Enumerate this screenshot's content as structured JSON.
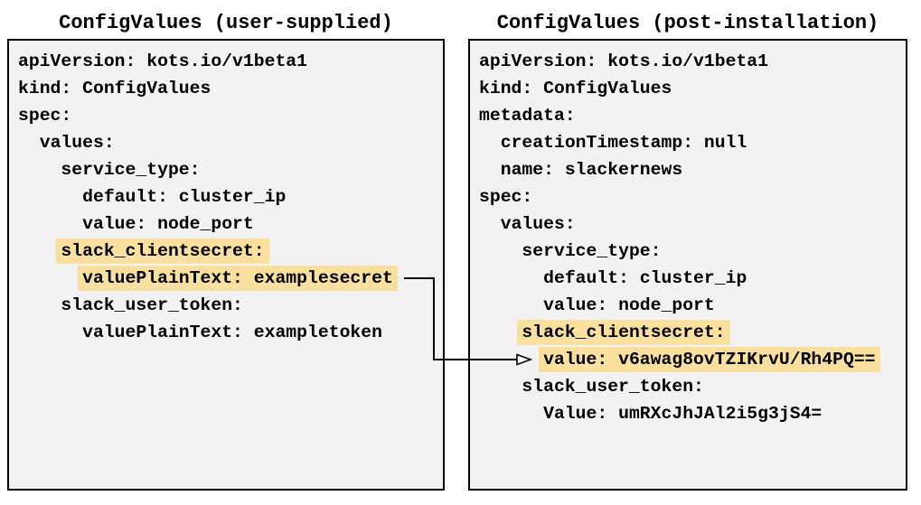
{
  "left_panel": {
    "title": "ConfigValues (user-supplied)",
    "lines": [
      {
        "indent": "",
        "text": "apiVersion: kots.io/v1beta1",
        "highlight": false
      },
      {
        "indent": "",
        "text": "kind: ConfigValues",
        "highlight": false
      },
      {
        "indent": "",
        "text": "spec:",
        "highlight": false
      },
      {
        "indent": "  ",
        "text": "values:",
        "highlight": false
      },
      {
        "indent": "    ",
        "text": "service_type:",
        "highlight": false
      },
      {
        "indent": "      ",
        "text": "default: cluster_ip",
        "highlight": false
      },
      {
        "indent": "      ",
        "text": "value: node_port",
        "highlight": false
      },
      {
        "indent": "    ",
        "text": "slack_clientsecret:",
        "highlight": true
      },
      {
        "indent": "      ",
        "text": "valuePlainText: examplesecret",
        "highlight": true
      },
      {
        "indent": "    ",
        "text": "slack_user_token:",
        "highlight": false
      },
      {
        "indent": "      ",
        "text": "valuePlainText: exampletoken",
        "highlight": false
      }
    ]
  },
  "right_panel": {
    "title": "ConfigValues (post-installation)",
    "lines": [
      {
        "indent": "",
        "text": "apiVersion: kots.io/v1beta1",
        "highlight": false
      },
      {
        "indent": "",
        "text": "kind: ConfigValues",
        "highlight": false
      },
      {
        "indent": "",
        "text": "metadata:",
        "highlight": false
      },
      {
        "indent": "  ",
        "text": "creationTimestamp: null",
        "highlight": false
      },
      {
        "indent": "  ",
        "text": "name: slackernews",
        "highlight": false
      },
      {
        "indent": "",
        "text": "spec:",
        "highlight": false
      },
      {
        "indent": "  ",
        "text": "values:",
        "highlight": false
      },
      {
        "indent": "    ",
        "text": "service_type:",
        "highlight": false
      },
      {
        "indent": "      ",
        "text": "default: cluster_ip",
        "highlight": false
      },
      {
        "indent": "      ",
        "text": "value: node_port",
        "highlight": false
      },
      {
        "indent": "    ",
        "text": "slack_clientsecret:",
        "highlight": true
      },
      {
        "indent": "      ",
        "text": "value: v6awag8ovTZIKrvU/Rh4PQ==",
        "highlight": true
      },
      {
        "indent": "    ",
        "text": "slack_user_token:",
        "highlight": false
      },
      {
        "indent": "      ",
        "text": "Value: umRXcJhJAl2i5g3jS4=",
        "highlight": false
      }
    ]
  },
  "arrow": {
    "from_text": "valuePlainText: examplesecret",
    "to_text": "value: v6awag8ovTZIKrvU/Rh4PQ=="
  },
  "colors": {
    "highlight": "#FAE09E",
    "panel_background": "#F2F2F2",
    "border": "#000000",
    "text": "#000000",
    "page_background": "#FFFFFF"
  }
}
